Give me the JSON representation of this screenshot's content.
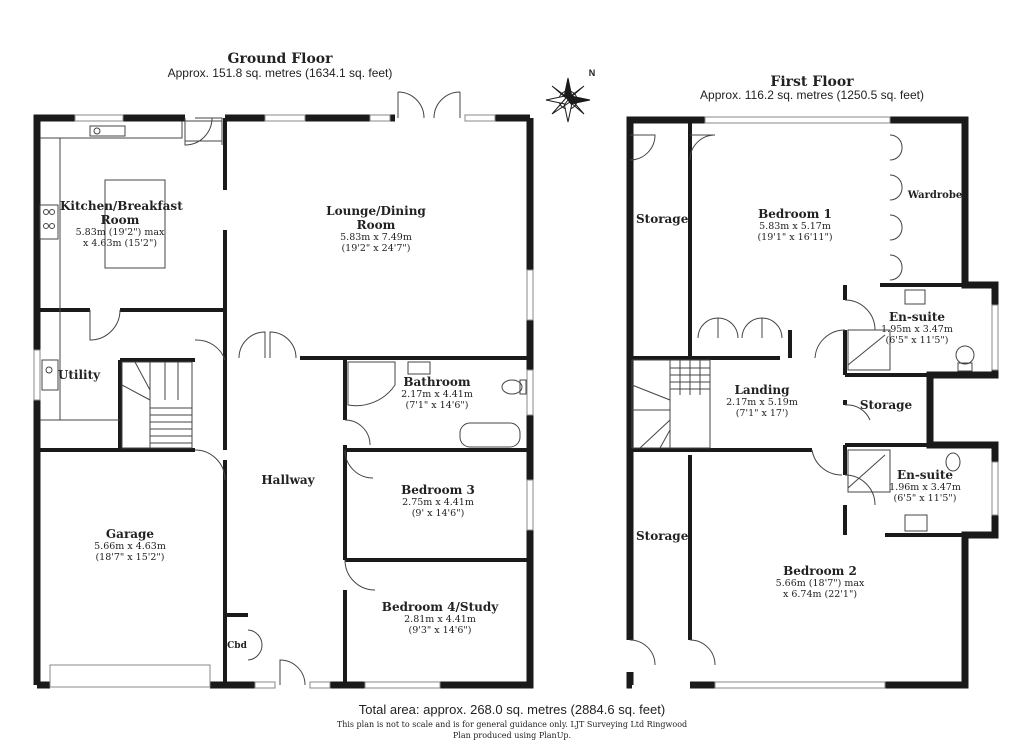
{
  "ground_floor": {
    "title": "Ground Floor",
    "area": "Approx. 151.8 sq. metres (1634.1 sq. feet)",
    "rooms": {
      "kitchen": {
        "name_1": "Kitchen/Breakfast",
        "name_2": "Room",
        "dim_1": "5.83m (19'2\") max",
        "dim_2": "x 4.63m (15'2\")"
      },
      "lounge": {
        "name_1": "Lounge/Dining",
        "name_2": "Room",
        "dim_1": "5.83m x 7.49m",
        "dim_2": "(19'2\" x 24'7\")"
      },
      "utility": {
        "name": "Utility"
      },
      "bathroom": {
        "name": "Bathroom",
        "dim_1": "2.17m x 4.41m",
        "dim_2": "(7'1\" x 14'6\")"
      },
      "hallway": {
        "name": "Hallway"
      },
      "bedroom3": {
        "name": "Bedroom 3",
        "dim_1": "2.75m x 4.41m",
        "dim_2": "(9' x 14'6\")"
      },
      "garage": {
        "name": "Garage",
        "dim_1": "5.66m x 4.63m",
        "dim_2": "(18'7\" x 15'2\")"
      },
      "bedroom4": {
        "name": "Bedroom 4/Study",
        "dim_1": "2.81m x 4.41m",
        "dim_2": "(9'3\" x 14'6\")"
      },
      "cupboard": {
        "name": "Cbd"
      }
    }
  },
  "first_floor": {
    "title": "First Floor",
    "area": "Approx. 116.2 sq. metres (1250.5 sq. feet)",
    "rooms": {
      "storage_top": {
        "name": "Storage"
      },
      "bedroom1": {
        "name": "Bedroom 1",
        "dim_1": "5.83m x 5.17m",
        "dim_2": "(19'1\" x 16'11\")"
      },
      "wardrobe": {
        "name": "Wardrobe"
      },
      "ensuite1": {
        "name": "En-suite",
        "dim_1": "1.95m x 3.47m",
        "dim_2": "(6'5\" x 11'5\")"
      },
      "landing": {
        "name": "Landing",
        "dim_1": "2.17m x 5.19m",
        "dim_2": "(7'1\" x 17')"
      },
      "storage_mid": {
        "name": "Storage"
      },
      "ensuite2": {
        "name": "En-suite",
        "dim_1": "1.96m x 3.47m",
        "dim_2": "(6'5\" x 11'5\")"
      },
      "storage_bottom": {
        "name": "Storage"
      },
      "bedroom2": {
        "name": "Bedroom 2",
        "dim_1": "5.66m (18'7\") max",
        "dim_2": "x 6.74m (22'1\")"
      }
    }
  },
  "compass": {
    "label": "N"
  },
  "footer": {
    "total": "Total area: approx. 268.0 sq. metres (2884.6 sq. feet)",
    "note_1": "This plan is not to scale and is for general guidance only. LJT Surveying Ltd Ringwood",
    "note_2": "Plan produced using PlanUp."
  },
  "colors": {
    "wall": "#1a1a1a",
    "line": "#444444",
    "window": "#888888"
  }
}
